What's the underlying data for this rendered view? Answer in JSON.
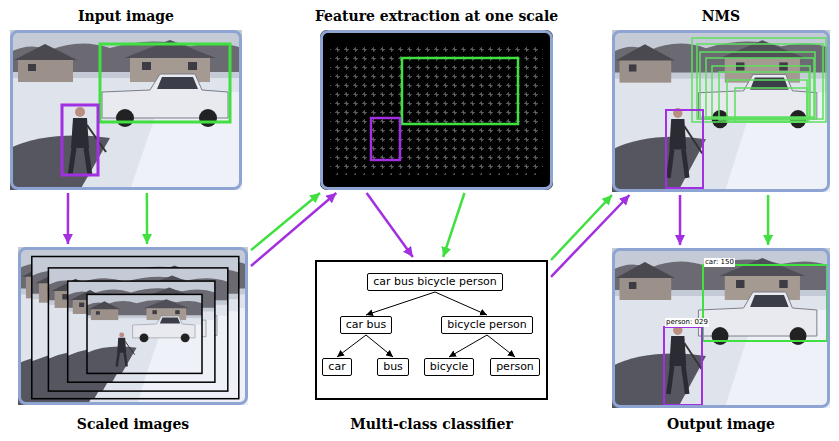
{
  "diagram": {
    "nodes": [
      {
        "text": [
          "Input image"
        ]
      },
      {
        "text": [
          "Feature extraction at one scale"
        ]
      },
      {
        "text": [
          "NMS"
        ]
      },
      {
        "text": [
          "Scaled images"
        ]
      },
      {
        "text": [
          "Multi-class classifier"
        ]
      },
      {
        "text": [
          "car bus bicycle person"
        ],
        "in": 4
      },
      {
        "text": [
          "car bus"
        ],
        "in": 4
      },
      {
        "text": [
          "bicycle person"
        ],
        "in": 4
      },
      {
        "text": [
          "car"
        ],
        "in": 4
      },
      {
        "text": [
          "bus"
        ],
        "in": 4
      },
      {
        "text": [
          "bicycle"
        ],
        "in": 4
      },
      {
        "text": [
          "person"
        ],
        "in": 4
      },
      {
        "text": [
          "Output image"
        ]
      }
    ],
    "edges": [
      {
        "from": 0,
        "to": 3,
        "arrow": "to"
      },
      {
        "from": 0,
        "to": 3,
        "arrow": "to"
      },
      {
        "from": 3,
        "to": 1,
        "arrow": "to"
      },
      {
        "from": 3,
        "to": 1,
        "arrow": "to"
      },
      {
        "from": 1,
        "to": 4,
        "arrow": "to"
      },
      {
        "from": 1,
        "to": 4,
        "arrow": "to"
      },
      {
        "from": 4,
        "to": 2,
        "arrow": "to"
      },
      {
        "from": 4,
        "to": 2,
        "arrow": "to"
      },
      {
        "from": 2,
        "to": 12,
        "arrow": "to"
      },
      {
        "from": 2,
        "to": 12,
        "arrow": "to"
      },
      {
        "from": 5,
        "to": 6,
        "arrow": "to"
      },
      {
        "from": 5,
        "to": 7,
        "arrow": "to"
      },
      {
        "from": 6,
        "to": 8,
        "arrow": "to"
      },
      {
        "from": 6,
        "to": 9,
        "arrow": "to"
      },
      {
        "from": 7,
        "to": 10,
        "arrow": "to"
      },
      {
        "from": 7,
        "to": 11,
        "arrow": "to"
      }
    ],
    "labels": [
      "car: 150",
      "person: 029"
    ]
  }
}
